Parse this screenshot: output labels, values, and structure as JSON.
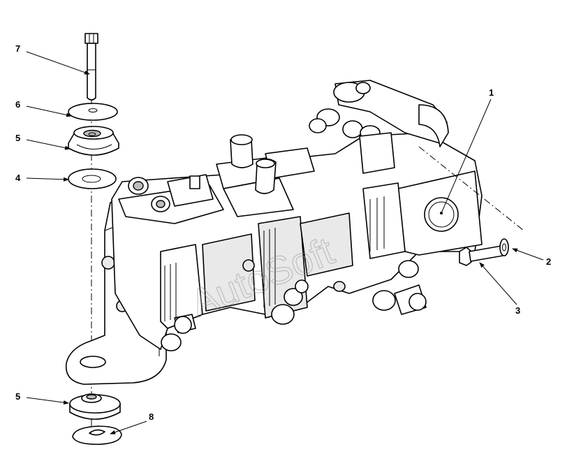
{
  "callouts": [
    {
      "id": "7",
      "label": "7"
    },
    {
      "id": "6",
      "label": "6"
    },
    {
      "id": "5a",
      "label": "5"
    },
    {
      "id": "4",
      "label": "4"
    },
    {
      "id": "1",
      "label": "1"
    },
    {
      "id": "2",
      "label": "2"
    },
    {
      "id": "3",
      "label": "3"
    },
    {
      "id": "5b",
      "label": "5"
    },
    {
      "id": "8",
      "label": "8"
    }
  ],
  "watermark": "AutoSoft"
}
